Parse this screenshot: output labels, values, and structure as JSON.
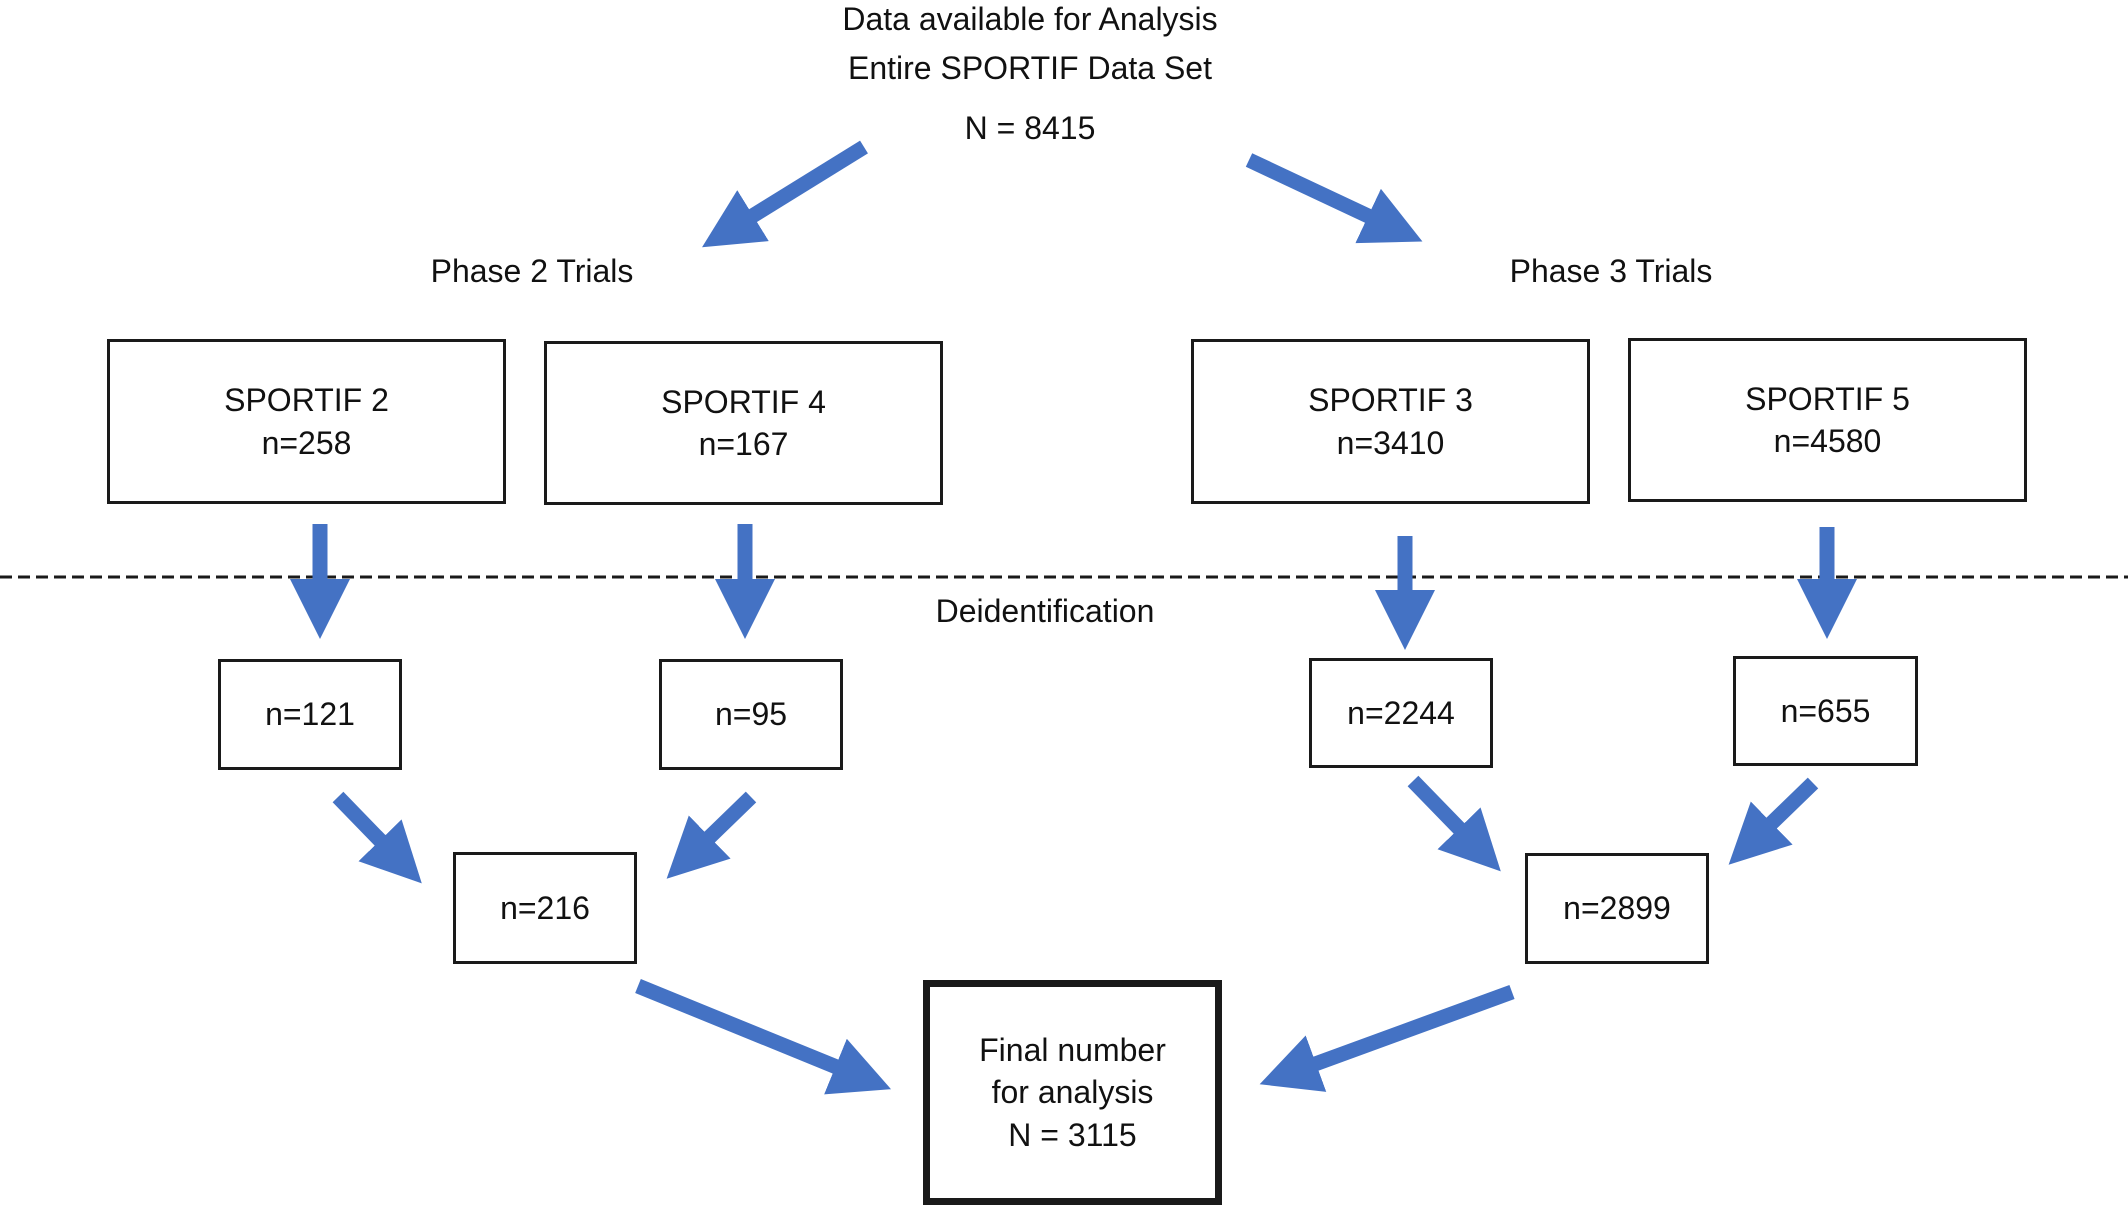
{
  "header": {
    "line1": "Data available for Analysis",
    "line2": "Entire SPORTIF Data Set",
    "total": "N = 8415"
  },
  "phases": {
    "phase2": "Phase 2 Trials",
    "phase3": "Phase 3 Trials"
  },
  "trials": [
    {
      "name": "SPORTIF 2",
      "n": "n=258"
    },
    {
      "name": "SPORTIF 4",
      "n": "n=167"
    },
    {
      "name": "SPORTIF 3",
      "n": "n=3410"
    },
    {
      "name": "SPORTIF 5",
      "n": "n=4580"
    }
  ],
  "divider_label": "Deidentification",
  "deidentified": [
    "n=121",
    "n=95",
    "n=2244",
    "n=655"
  ],
  "combined": [
    "n=216",
    "n=2899"
  ],
  "final": {
    "line1": "Final number",
    "line2": "for analysis",
    "line3": "N = 3115"
  },
  "colors": {
    "arrow": "#4472C4",
    "border": "#1a1a1a",
    "dashed_line": "#1a1a1a"
  }
}
